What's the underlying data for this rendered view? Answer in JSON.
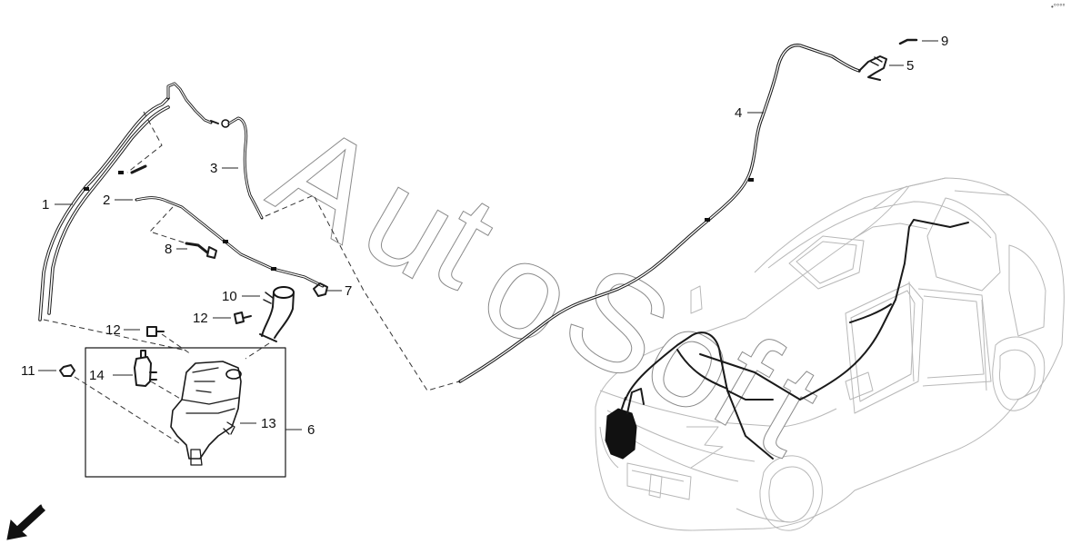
{
  "diagram": {
    "watermark": [
      "A",
      "u",
      "t",
      "o",
      "S",
      "o",
      "f",
      "t"
    ],
    "corner_mark": "•°°°°",
    "callouts": [
      {
        "id": "c1",
        "label": "1"
      },
      {
        "id": "c2",
        "label": "2"
      },
      {
        "id": "c3",
        "label": "3"
      },
      {
        "id": "c4",
        "label": "4"
      },
      {
        "id": "c5",
        "label": "5"
      },
      {
        "id": "c6",
        "label": "6"
      },
      {
        "id": "c7",
        "label": "7"
      },
      {
        "id": "c8",
        "label": "8"
      },
      {
        "id": "c9",
        "label": "9"
      },
      {
        "id": "c10",
        "label": "10"
      },
      {
        "id": "c11",
        "label": "11"
      },
      {
        "id": "c12a",
        "label": "12"
      },
      {
        "id": "c12b",
        "label": "12"
      },
      {
        "id": "c13",
        "label": "13"
      },
      {
        "id": "c14",
        "label": "14"
      }
    ],
    "direction_icon": "front-direction-arrow-icon",
    "colors": {
      "line": "#1a1a1a",
      "car": "#b8b8b8",
      "watermark": "#8a8a8a"
    }
  }
}
